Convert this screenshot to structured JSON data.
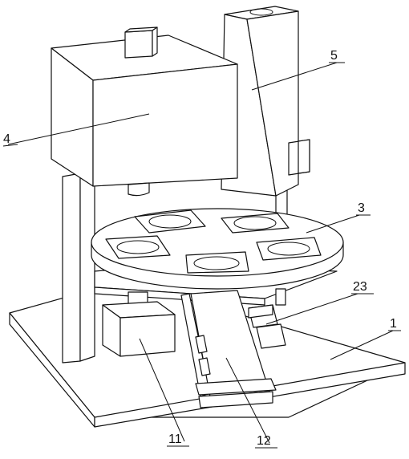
{
  "callouts": {
    "c1": "1",
    "c3": "3",
    "c4": "4",
    "c5": "5",
    "c11": "11",
    "c12": "12",
    "c23": "23"
  }
}
